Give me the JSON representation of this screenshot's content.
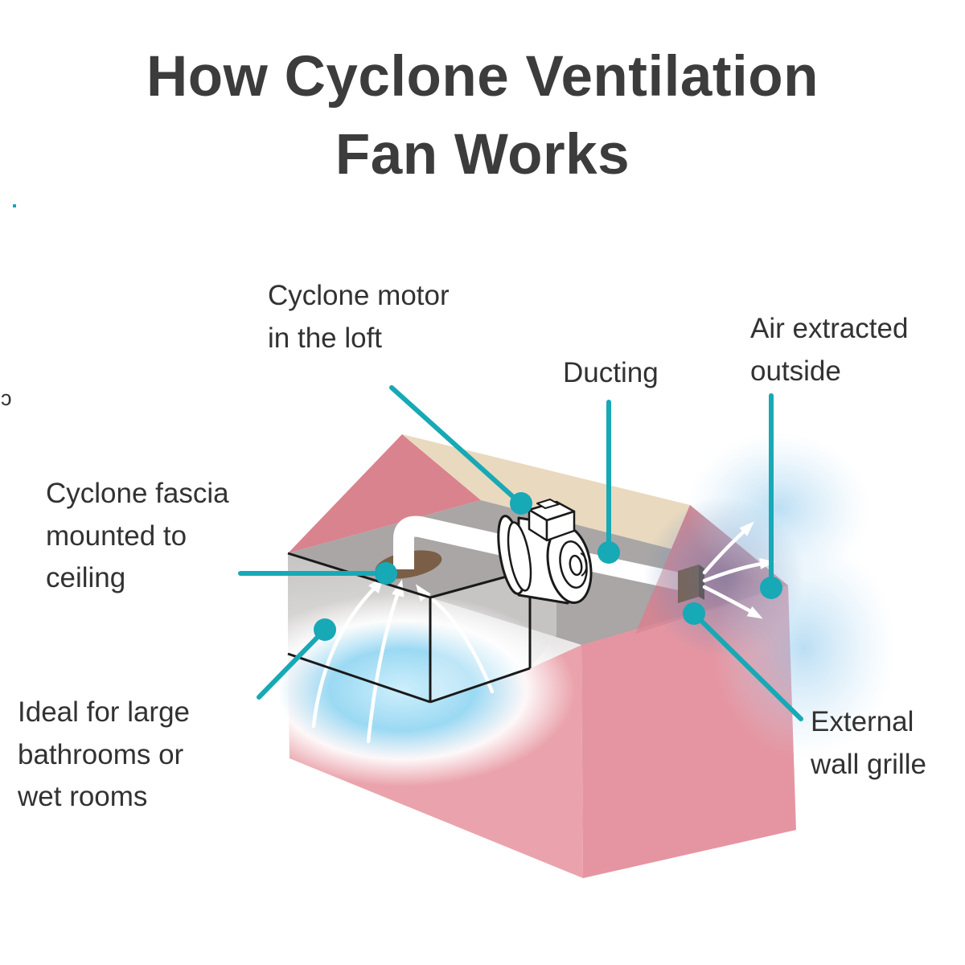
{
  "title": "How Cyclone Ventilation\nFan Works",
  "labels": {
    "cyclone_motor": "Cyclone motor\nin the loft",
    "ducting": "Ducting",
    "air_extracted": "Air extracted\noutside",
    "cyclone_fascia": "Cyclone fascia\nmounted to\nceiling",
    "ideal_rooms": "Ideal for large\nbathrooms or\nwet rooms",
    "external_grille": "External\nwall grille"
  },
  "artifacts": {
    "edge_glyph": "ɔ"
  },
  "colors": {
    "teal": "#17a9b5",
    "title_color": "#3d3c3c",
    "label_color": "#323232",
    "pink_left": "#eaa3ac",
    "pink_right": "#e595a1",
    "gable": "#d9838e",
    "tan": "#e9d9bf",
    "floor": "#a9a6a5",
    "glow_blue": "#8ed2f0",
    "fascia_brown": "#7a5f46",
    "grille_brown": "#7a5332"
  }
}
